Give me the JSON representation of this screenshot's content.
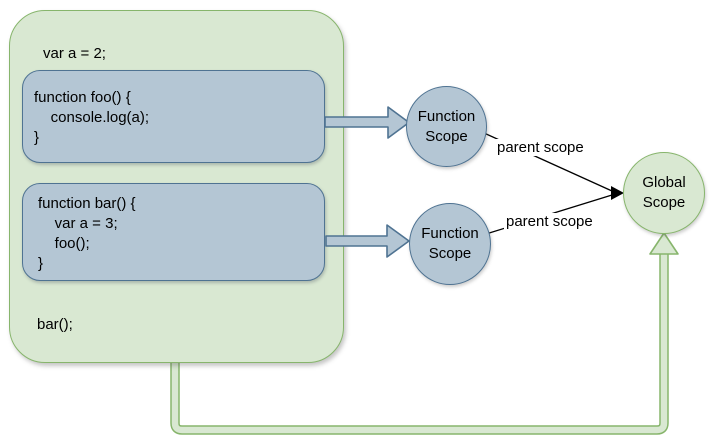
{
  "palette": {
    "background": "#ffffff",
    "container_fill": "#d9e8d2",
    "container_stroke": "#87b56c",
    "function_fill": "#b4c6d4",
    "function_stroke": "#4f7392",
    "edge_color": "#000000",
    "text_color": "#000000"
  },
  "global_box": {
    "top_statement": "var a = 2;",
    "foo_function": "function foo() {\n    console.log(a);\n}",
    "bar_function": "function bar() {\n    var a = 3;\n    foo();\n}",
    "bottom_statement": "bar();"
  },
  "nodes": {
    "function_scope_foo": "Function\nScope",
    "function_scope_bar": "Function\nScope",
    "global_scope": "Global\nScope"
  },
  "edges": {
    "parent_scope_top": "parent scope",
    "parent_scope_bottom": "parent scope"
  }
}
